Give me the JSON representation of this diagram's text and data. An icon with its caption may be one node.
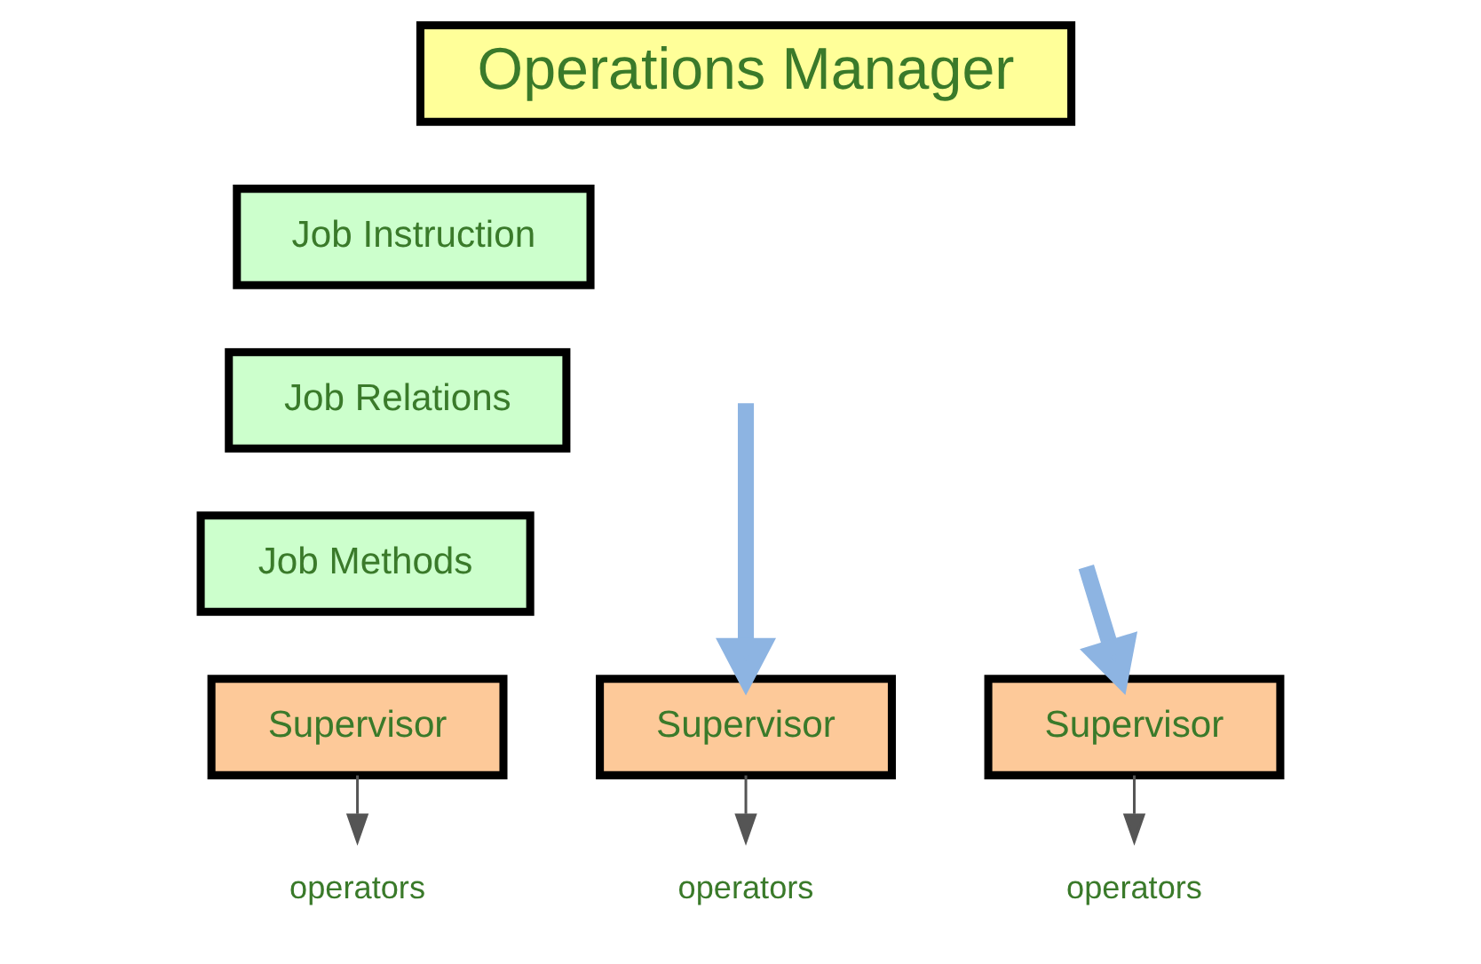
{
  "diagram": {
    "nodes": [
      {
        "text": [
          "Operations Manager"
        ]
      },
      {
        "text": [
          "Job Instruction"
        ]
      },
      {
        "text": [
          "Job Relations"
        ]
      },
      {
        "text": [
          "Job Methods"
        ]
      },
      {
        "text": [
          "Supervisor"
        ]
      },
      {
        "text": [
          "Supervisor"
        ]
      },
      {
        "text": [
          "Supervisor"
        ]
      },
      {
        "text": [
          "operators"
        ]
      },
      {
        "text": [
          "operators"
        ]
      },
      {
        "text": [
          "operators"
        ]
      }
    ],
    "edges": [
      {
        "from": null,
        "to": 4,
        "arrow": "to",
        "style": "thick",
        "color": "#8db4e2"
      },
      {
        "from": null,
        "to": 6,
        "arrow": "to",
        "style": "thick",
        "color": "#8db4e2"
      },
      {
        "from": 4,
        "to": 7,
        "arrow": "to"
      },
      {
        "from": 5,
        "to": 8,
        "arrow": "to"
      },
      {
        "from": 6,
        "to": 9,
        "arrow": "to"
      }
    ]
  }
}
